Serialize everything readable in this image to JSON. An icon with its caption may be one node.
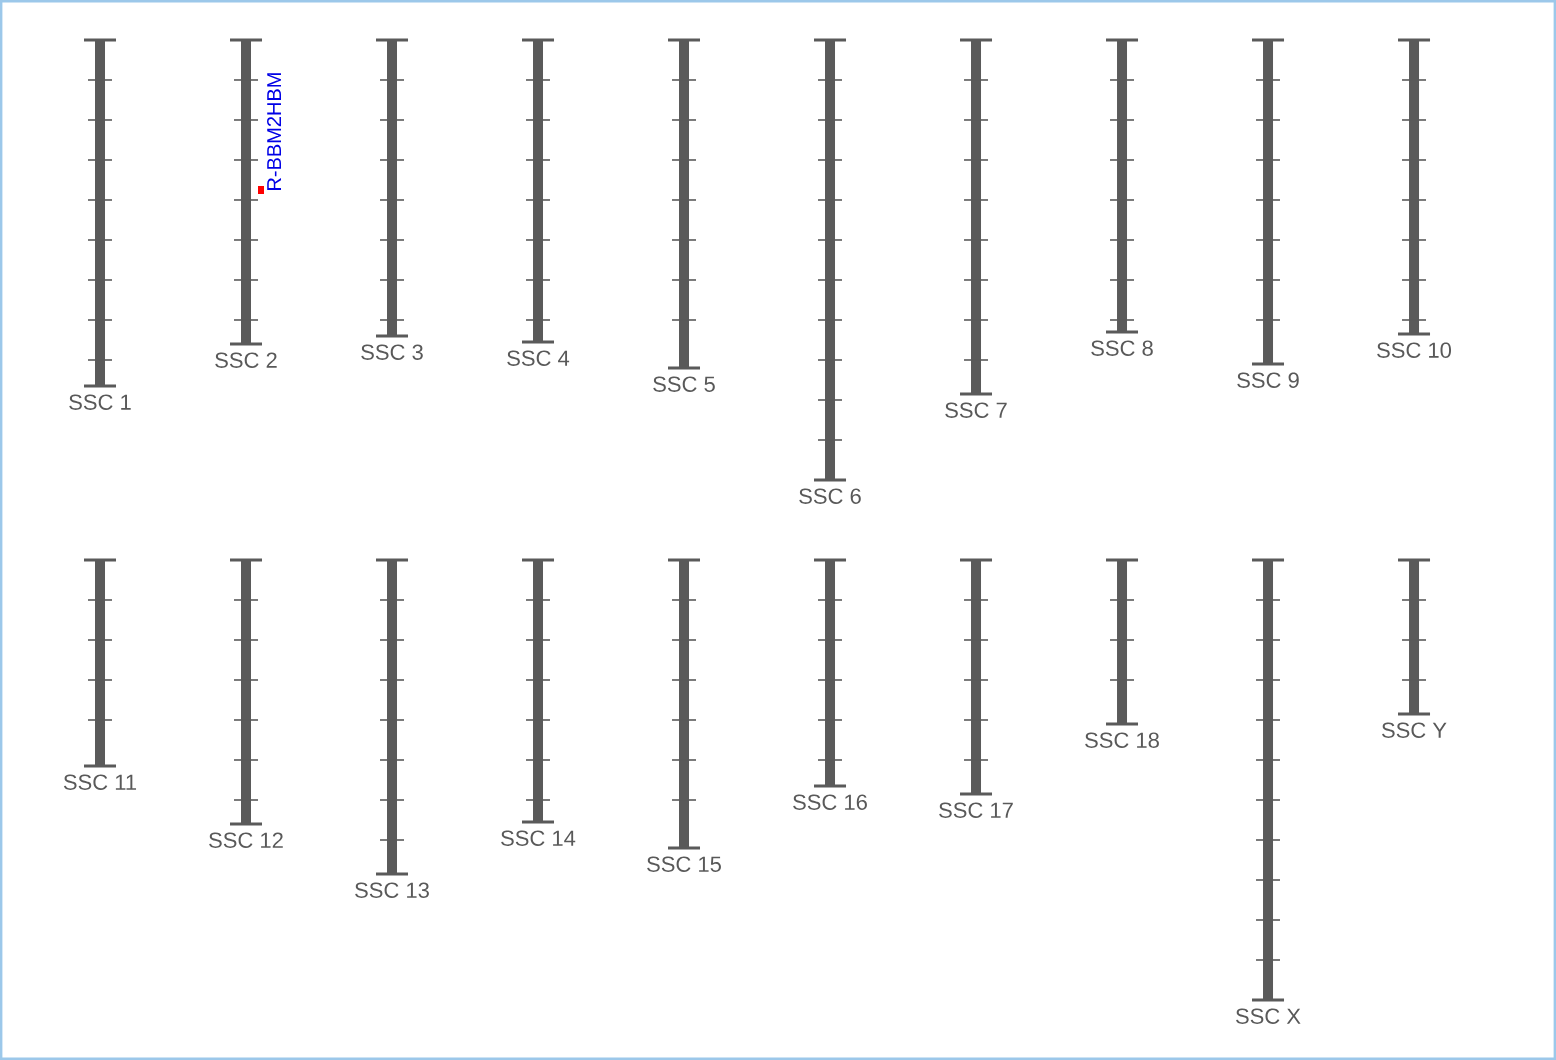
{
  "diagram": {
    "nodes": [
      {
        "text": [
          "SSC 1"
        ]
      },
      {
        "text": [
          "SSC 2"
        ]
      },
      {
        "text": [
          "SSC 3"
        ]
      },
      {
        "text": [
          "SSC 4"
        ]
      },
      {
        "text": [
          "SSC 5"
        ]
      },
      {
        "text": [
          "SSC 6"
        ]
      },
      {
        "text": [
          "SSC 7"
        ]
      },
      {
        "text": [
          "SSC 8"
        ]
      },
      {
        "text": [
          "SSC 9"
        ]
      },
      {
        "text": [
          "SSC 10"
        ]
      },
      {
        "text": [
          "SSC 11"
        ]
      },
      {
        "text": [
          "SSC 12"
        ]
      },
      {
        "text": [
          "SSC 13"
        ]
      },
      {
        "text": [
          "SSC 14"
        ]
      },
      {
        "text": [
          "SSC 15"
        ]
      },
      {
        "text": [
          "SSC 16"
        ]
      },
      {
        "text": [
          "SSC 17"
        ]
      },
      {
        "text": [
          "SSC 18"
        ]
      },
      {
        "text": [
          "SSC X"
        ]
      },
      {
        "text": [
          "SSC Y"
        ]
      }
    ],
    "edges": [],
    "labels": [
      "R-BBM2HBM"
    ]
  }
}
